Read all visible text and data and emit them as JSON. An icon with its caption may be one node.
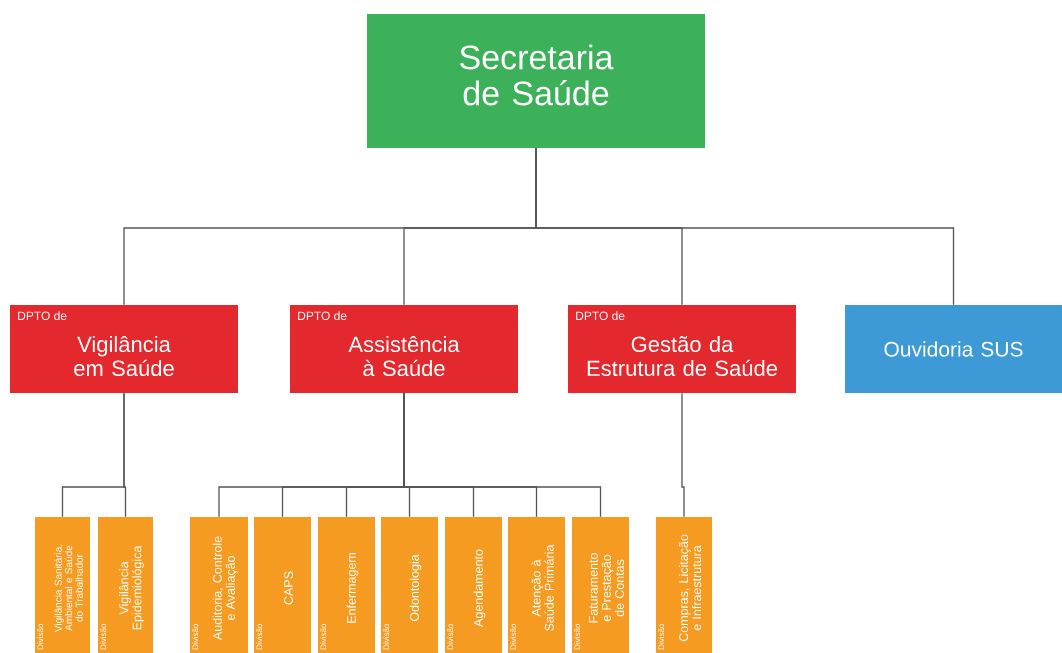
{
  "diagram": {
    "nodes": [
      {
        "text": [
          "Secretaria de Saúde"
        ]
      },
      {
        "text": [
          "DPTO de",
          "Vigilância em Saúde"
        ]
      },
      {
        "text": [
          "DPTO de",
          "Assistência à Saúde"
        ]
      },
      {
        "text": [
          "DPTO de",
          "Gestão da Estrutura de Saúde"
        ]
      },
      {
        "text": [
          "Ouvidoria SUS"
        ]
      },
      {
        "text": [
          "Divisão",
          "Vigilância Sanitária, Ambiental e Saúde do Trabalhador"
        ]
      },
      {
        "text": [
          "Divisão",
          "Vigilância Epidemiológica"
        ]
      },
      {
        "text": [
          "Divisão",
          "Auditoria, Controle e Avaliação"
        ]
      },
      {
        "text": [
          "Divisão",
          "CAPS"
        ]
      },
      {
        "text": [
          "Divisão",
          "Enfermagem"
        ]
      },
      {
        "text": [
          "Divisão",
          "Odontologia"
        ]
      },
      {
        "text": [
          "Divisão",
          "Agendamento"
        ]
      },
      {
        "text": [
          "Divisão",
          "Atenção à Saúde Primária"
        ]
      },
      {
        "text": [
          "Divisão",
          "Faturamento e Prestação de Contas"
        ]
      },
      {
        "text": [
          "Divisão",
          "Compras, Licitação e Infraestrutura"
        ]
      }
    ],
    "edges": [
      {
        "from": 0,
        "to": 1,
        "arrow": "none"
      },
      {
        "from": 0,
        "to": 2,
        "arrow": "none"
      },
      {
        "from": 0,
        "to": 3,
        "arrow": "none"
      },
      {
        "from": 0,
        "to": 4,
        "arrow": "none"
      },
      {
        "from": 1,
        "to": 5,
        "arrow": "none"
      },
      {
        "from": 1,
        "to": 6,
        "arrow": "none"
      },
      {
        "from": 2,
        "to": 7,
        "arrow": "none"
      },
      {
        "from": 2,
        "to": 8,
        "arrow": "none"
      },
      {
        "from": 2,
        "to": 9,
        "arrow": "none"
      },
      {
        "from": 2,
        "to": 10,
        "arrow": "none"
      },
      {
        "from": 2,
        "to": 11,
        "arrow": "none"
      },
      {
        "from": 2,
        "to": 12,
        "arrow": "none"
      },
      {
        "from": 2,
        "to": 13,
        "arrow": "none"
      },
      {
        "from": 3,
        "to": 14,
        "arrow": "none"
      }
    ]
  }
}
